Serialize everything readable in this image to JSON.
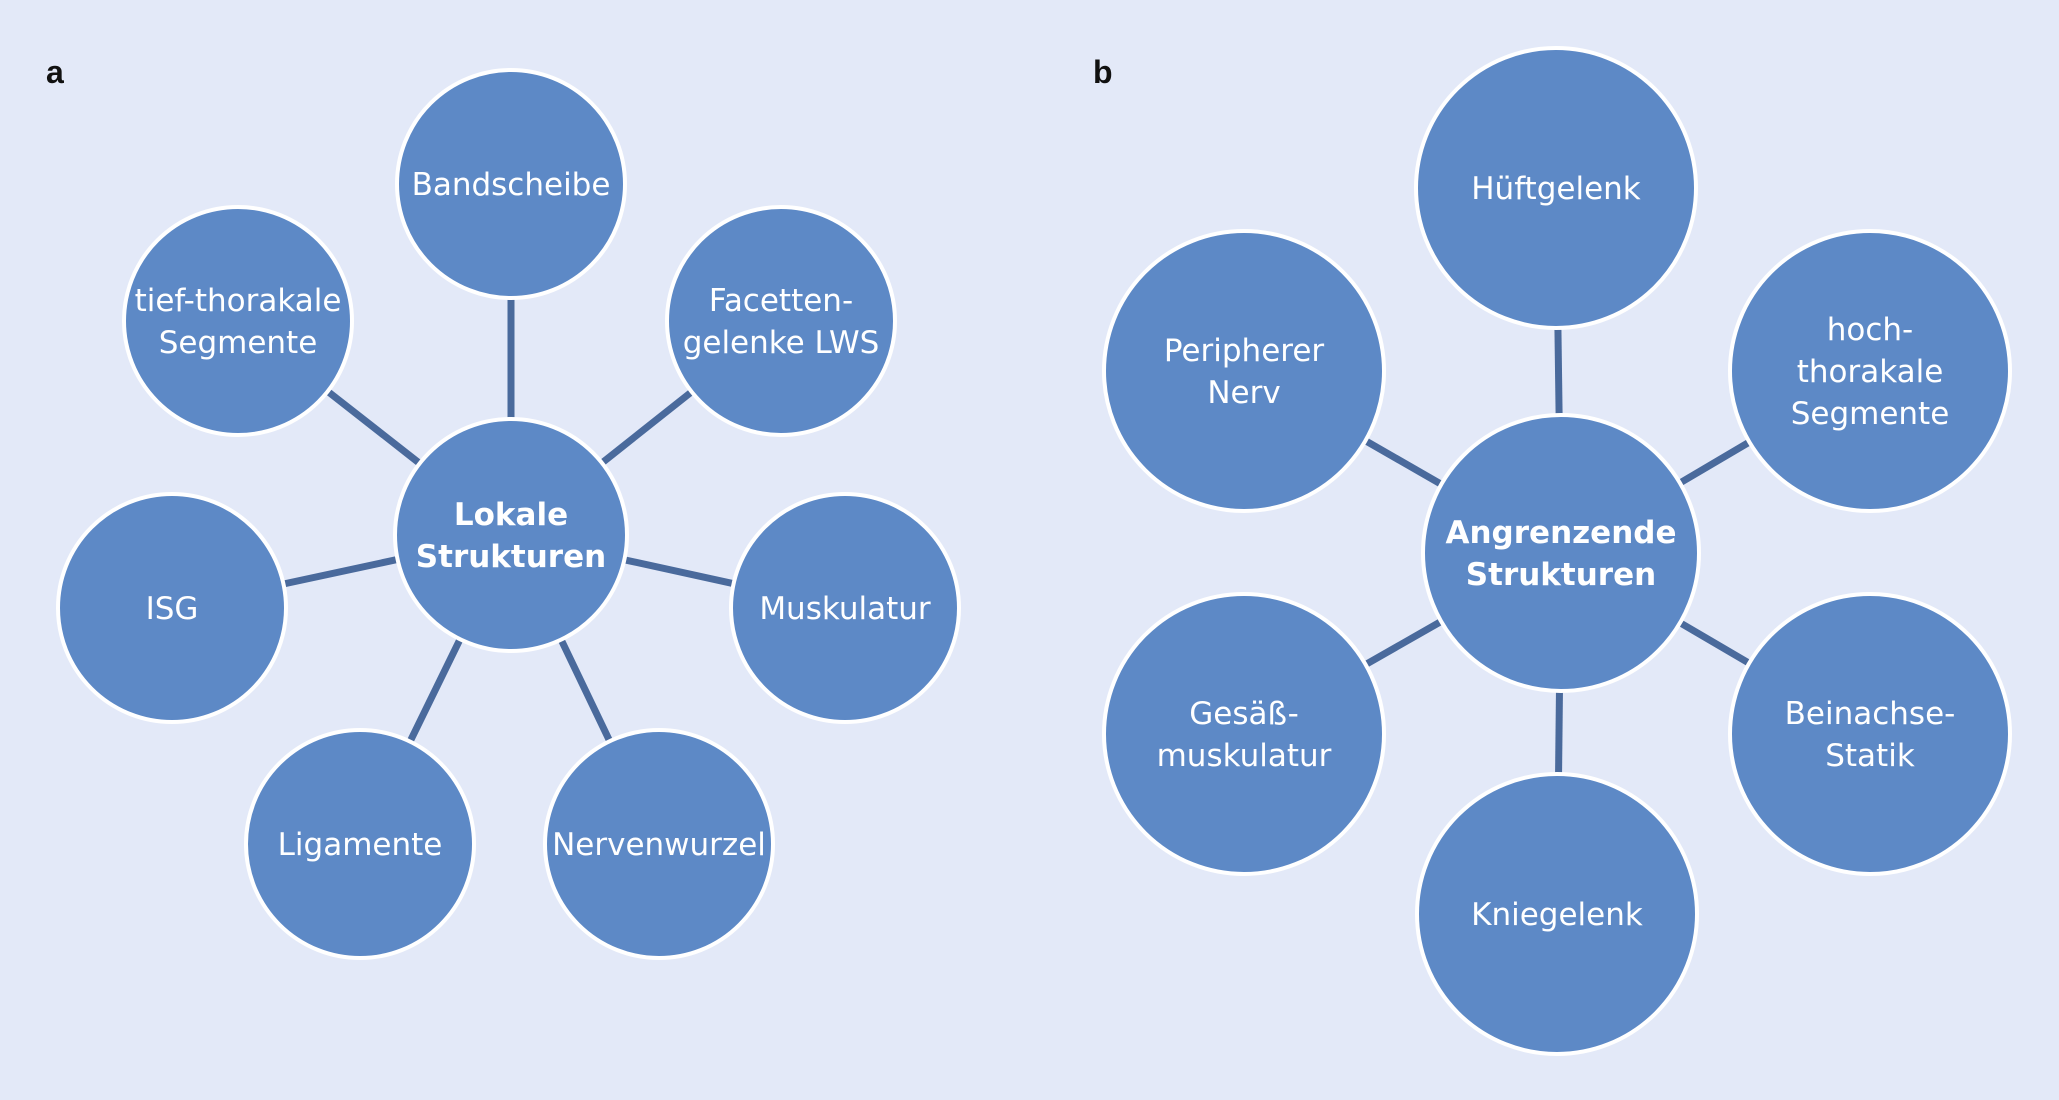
{
  "panel_a": {
    "letter": "a",
    "center": {
      "lines": [
        "Lokale",
        "Strukturen"
      ]
    },
    "nodes": [
      {
        "id": "bandscheibe",
        "lines": [
          "Bandscheibe"
        ]
      },
      {
        "id": "facettengelenke-lws",
        "lines": [
          "Facetten-",
          "gelenke LWS"
        ]
      },
      {
        "id": "muskulatur",
        "lines": [
          "Muskulatur"
        ]
      },
      {
        "id": "nervenwurzel",
        "lines": [
          "Nervenwurzel"
        ]
      },
      {
        "id": "ligamente",
        "lines": [
          "Ligamente"
        ]
      },
      {
        "id": "isg",
        "lines": [
          "ISG"
        ]
      },
      {
        "id": "tief-thorakale-segmente",
        "lines": [
          "tief-thorakale",
          "Segmente"
        ]
      }
    ]
  },
  "panel_b": {
    "letter": "b",
    "center": {
      "lines": [
        "Angrenzende",
        "Strukturen"
      ]
    },
    "nodes": [
      {
        "id": "hueftgelenk",
        "lines": [
          "Hüftgelenk"
        ]
      },
      {
        "id": "hoch-thorakale-segmente",
        "lines": [
          "hoch-",
          "thorakale",
          "Segmente"
        ]
      },
      {
        "id": "beinachse-statik",
        "lines": [
          "Beinachse-",
          "Statik"
        ]
      },
      {
        "id": "kniegelenk",
        "lines": [
          "Kniegelenk"
        ]
      },
      {
        "id": "gesaess-muskulatur",
        "lines": [
          "Gesäß-",
          "muskulatur"
        ]
      },
      {
        "id": "peripherer-nerv",
        "lines": [
          "Peripherer",
          "Nerv"
        ]
      }
    ]
  },
  "colors": {
    "background": "#e3e9f8",
    "node_fill": "#5d89c6",
    "node_stroke": "#ffffff",
    "edge": "#4a6a9c",
    "text": "#ffffff"
  }
}
